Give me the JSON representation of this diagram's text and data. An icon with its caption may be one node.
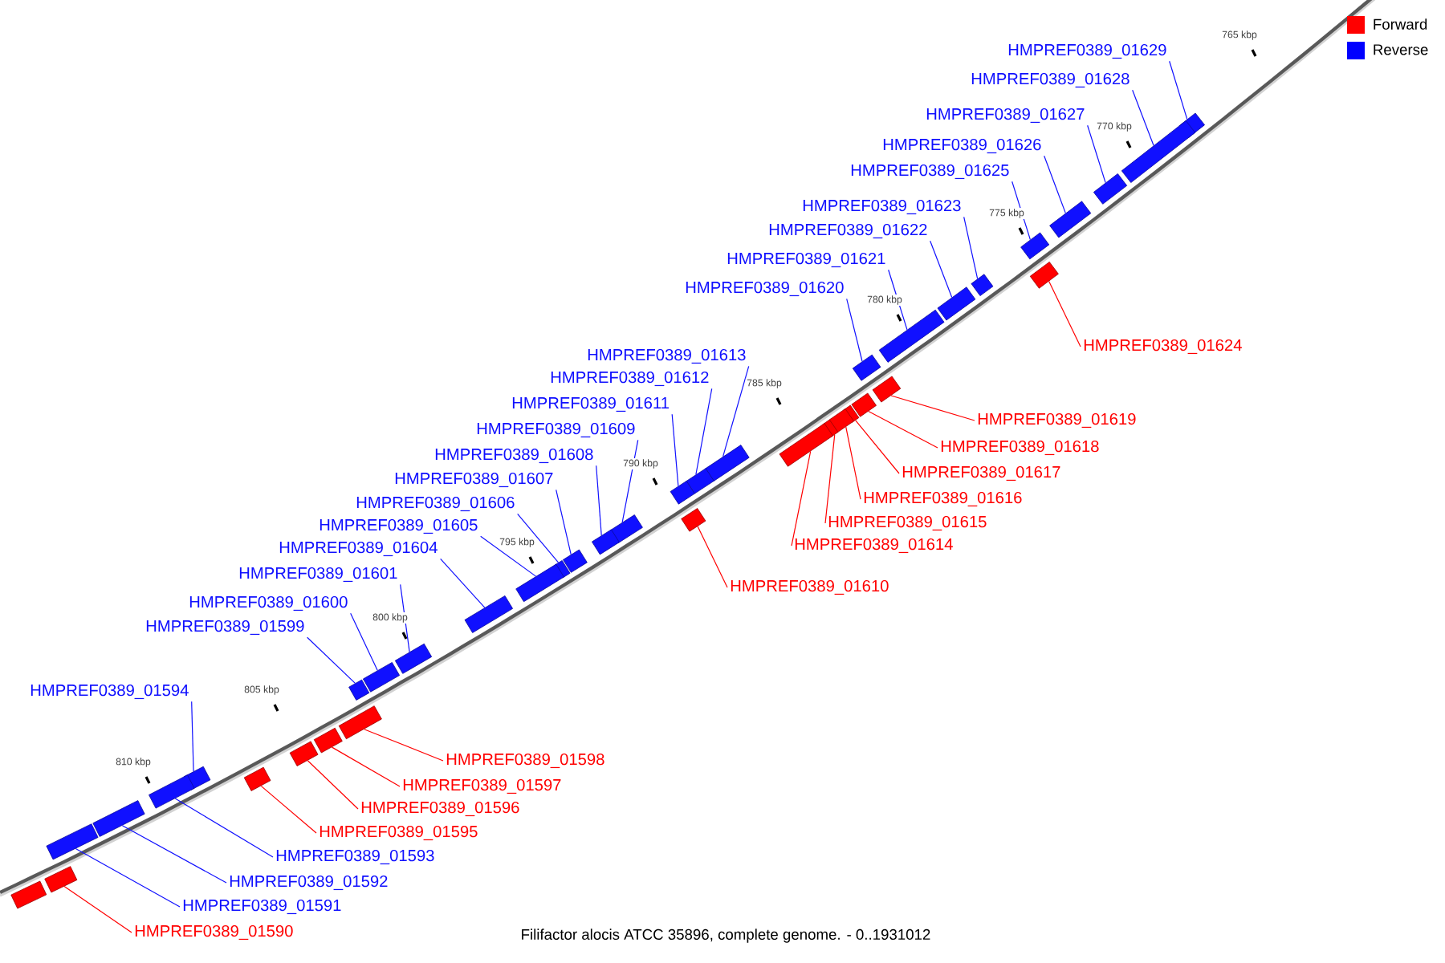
{
  "diagram": {
    "caption": "Filifactor alocis ATCC 35896, complete genome. - 0..1931012",
    "nodes": [
      {
        "text": [
          "HMPREF0389_01629"
        ]
      },
      {
        "text": [],
        "shape": "box"
      },
      {
        "text": [
          "HMPREF0389_01628"
        ]
      },
      {
        "text": [],
        "shape": "box"
      },
      {
        "text": [
          "HMPREF0389_01627"
        ]
      },
      {
        "text": [],
        "shape": "box"
      },
      {
        "text": [
          "HMPREF0389_01626"
        ]
      },
      {
        "text": [],
        "shape": "box"
      },
      {
        "text": [
          "HMPREF0389_01625"
        ]
      },
      {
        "text": [],
        "shape": "box"
      },
      {
        "text": [
          "HMPREF0389_01623"
        ]
      },
      {
        "text": [],
        "shape": "box"
      },
      {
        "text": [
          "HMPREF0389_01622"
        ]
      },
      {
        "text": [],
        "shape": "box"
      },
      {
        "text": [
          "HMPREF0389_01621"
        ]
      },
      {
        "text": [],
        "shape": "box"
      },
      {
        "text": [
          "HMPREF0389_01620"
        ]
      },
      {
        "text": [],
        "shape": "box"
      },
      {
        "text": [
          "HMPREF0389_01624"
        ]
      },
      {
        "text": [],
        "shape": "box"
      },
      {
        "text": [
          "HMPREF0389_01619"
        ]
      },
      {
        "text": [],
        "shape": "box"
      },
      {
        "text": [
          "HMPREF0389_01618"
        ]
      },
      {
        "text": [],
        "shape": "box"
      },
      {
        "text": [
          "HMPREF0389_01617"
        ]
      },
      {
        "text": [],
        "shape": "box"
      },
      {
        "text": [
          "HMPREF0389_01616"
        ]
      },
      {
        "text": [],
        "shape": "box"
      },
      {
        "text": [
          "HMPREF0389_01615"
        ]
      },
      {
        "text": [],
        "shape": "box"
      },
      {
        "text": [
          "HMPREF0389_01614"
        ]
      },
      {
        "text": [],
        "shape": "box"
      },
      {
        "text": [
          "HMPREF0389_01613"
        ]
      },
      {
        "text": [],
        "shape": "box"
      },
      {
        "text": [
          "HMPREF0389_01612"
        ]
      },
      {
        "text": [],
        "shape": "box"
      },
      {
        "text": [
          "HMPREF0389_01611"
        ]
      },
      {
        "text": [],
        "shape": "box"
      },
      {
        "text": [
          "HMPREF0389_01609"
        ]
      },
      {
        "text": [],
        "shape": "box"
      },
      {
        "text": [
          "HMPREF0389_01608"
        ]
      },
      {
        "text": [],
        "shape": "box"
      },
      {
        "text": [
          "HMPREF0389_01607"
        ]
      },
      {
        "text": [],
        "shape": "box"
      },
      {
        "text": [
          "HMPREF0389_01606"
        ]
      },
      {
        "text": [],
        "shape": "box"
      },
      {
        "text": [
          "HMPREF0389_01605"
        ]
      },
      {
        "text": [],
        "shape": "box"
      },
      {
        "text": [
          "HMPREF0389_01610"
        ]
      },
      {
        "text": [],
        "shape": "box"
      },
      {
        "text": [
          "HMPREF0389_01604"
        ]
      },
      {
        "text": [],
        "shape": "box"
      },
      {
        "text": [
          "HMPREF0389_01601"
        ]
      },
      {
        "text": [],
        "shape": "box"
      },
      {
        "text": [
          "HMPREF0389_01600"
        ]
      },
      {
        "text": [],
        "shape": "box"
      },
      {
        "text": [
          "HMPREF0389_01599"
        ]
      },
      {
        "text": [],
        "shape": "box"
      },
      {
        "text": [
          "HMPREF0389_01594"
        ]
      },
      {
        "text": [],
        "shape": "box"
      },
      {
        "text": [
          "HMPREF0389_01598"
        ]
      },
      {
        "text": [],
        "shape": "box"
      },
      {
        "text": [
          "HMPREF0389_01597"
        ]
      },
      {
        "text": [],
        "shape": "box"
      },
      {
        "text": [
          "HMPREF0389_01596"
        ]
      },
      {
        "text": [],
        "shape": "box"
      },
      {
        "text": [
          "HMPREF0389_01595"
        ]
      },
      {
        "text": [],
        "shape": "box"
      },
      {
        "text": [
          "HMPREF0389_01593"
        ]
      },
      {
        "text": [],
        "shape": "box"
      },
      {
        "text": [
          "HMPREF0389_01592"
        ]
      },
      {
        "text": [],
        "shape": "box"
      },
      {
        "text": [
          "HMPREF0389_01591"
        ]
      },
      {
        "text": [],
        "shape": "box"
      },
      {
        "text": [
          "HMPREF0389_01590"
        ]
      },
      {
        "text": [],
        "shape": "box"
      },
      {
        "text": [],
        "shape": "box"
      }
    ],
    "edges": [
      {
        "from": 0,
        "to": 1,
        "arrow": "none"
      },
      {
        "from": 2,
        "to": 3,
        "arrow": "none"
      },
      {
        "from": 4,
        "to": 5,
        "arrow": "none"
      },
      {
        "from": 6,
        "to": 7,
        "arrow": "none"
      },
      {
        "from": 8,
        "to": 9,
        "arrow": "none"
      },
      {
        "from": 10,
        "to": 11,
        "arrow": "none"
      },
      {
        "from": 12,
        "to": 13,
        "arrow": "none"
      },
      {
        "from": 14,
        "to": 15,
        "arrow": "none"
      },
      {
        "from": 16,
        "to": 17,
        "arrow": "none"
      },
      {
        "from": 18,
        "to": 19,
        "arrow": "none",
        "color": "#ff0000"
      },
      {
        "from": 20,
        "to": 21,
        "arrow": "none",
        "color": "#ff0000"
      },
      {
        "from": 22,
        "to": 23,
        "arrow": "none",
        "color": "#ff0000"
      },
      {
        "from": 24,
        "to": 25,
        "arrow": "none",
        "color": "#ff0000"
      },
      {
        "from": 26,
        "to": 27,
        "arrow": "none",
        "color": "#ff0000"
      },
      {
        "from": 28,
        "to": 29,
        "arrow": "none",
        "color": "#ff0000"
      },
      {
        "from": 30,
        "to": 31,
        "arrow": "none",
        "color": "#ff0000"
      },
      {
        "from": 32,
        "to": 33,
        "arrow": "none"
      },
      {
        "from": 34,
        "to": 35,
        "arrow": "none"
      },
      {
        "from": 36,
        "to": 37,
        "arrow": "none"
      },
      {
        "from": 38,
        "to": 39,
        "arrow": "none"
      },
      {
        "from": 40,
        "to": 41,
        "arrow": "none"
      },
      {
        "from": 42,
        "to": 43,
        "arrow": "none"
      },
      {
        "from": 44,
        "to": 45,
        "arrow": "none"
      },
      {
        "from": 46,
        "to": 47,
        "arrow": "none"
      },
      {
        "from": 48,
        "to": 49,
        "arrow": "none",
        "color": "#ff0000"
      },
      {
        "from": 50,
        "to": 51,
        "arrow": "none"
      },
      {
        "from": 52,
        "to": 53,
        "arrow": "none"
      },
      {
        "from": 54,
        "to": 55,
        "arrow": "none"
      },
      {
        "from": 56,
        "to": 57,
        "arrow": "none"
      },
      {
        "from": 58,
        "to": 59,
        "arrow": "none"
      },
      {
        "from": 60,
        "to": 61,
        "arrow": "none",
        "color": "#ff0000"
      },
      {
        "from": 62,
        "to": 63,
        "arrow": "none",
        "color": "#ff0000"
      },
      {
        "from": 64,
        "to": 65,
        "arrow": "none",
        "color": "#ff0000"
      },
      {
        "from": 66,
        "to": 67,
        "arrow": "none",
        "color": "#ff0000"
      },
      {
        "from": 68,
        "to": 69,
        "arrow": "none"
      },
      {
        "from": 70,
        "to": 71,
        "arrow": "none"
      },
      {
        "from": 72,
        "to": 73,
        "arrow": "none"
      },
      {
        "from": 74,
        "to": 75,
        "arrow": "none",
        "color": "#ff0000"
      }
    ],
    "labels": [
      "765 kbp",
      "770 kbp",
      "775 kbp",
      "780 kbp",
      "785 kbp",
      "790 kbp",
      "795 kbp",
      "800 kbp",
      "805 kbp",
      "810 kbp"
    ],
    "legend": [
      {
        "text": "Forward",
        "color": "#ff0000"
      },
      {
        "text": "Reverse",
        "color": "#0000ff"
      }
    ]
  }
}
